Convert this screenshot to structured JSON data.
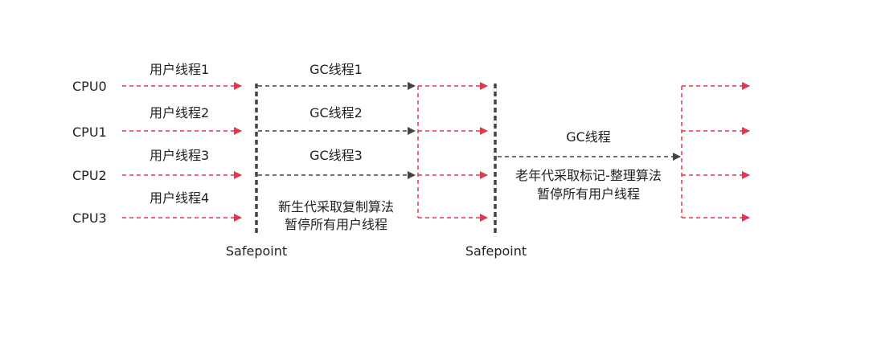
{
  "cpus": [
    "CPU0",
    "CPU1",
    "CPU2",
    "CPU3"
  ],
  "user_threads": [
    "用户线程1",
    "用户线程2",
    "用户线程3",
    "用户线程4"
  ],
  "gc_threads": [
    "GC线程1",
    "GC线程2",
    "GC线程3"
  ],
  "young_gen_note": [
    "新生代采取复制算法",
    "暂停所有用户线程"
  ],
  "safepoint_labels": [
    "Safepoint",
    "Safepoint"
  ],
  "old_gen_thread": "GC线程",
  "old_gen_note": [
    "老年代采取标记-整理算法",
    "暂停所有用户线程"
  ],
  "colors": {
    "user_arrow": "#e8344e",
    "gc_arrow": "#444444",
    "safepoint": "#444444",
    "text": "#222222"
  }
}
